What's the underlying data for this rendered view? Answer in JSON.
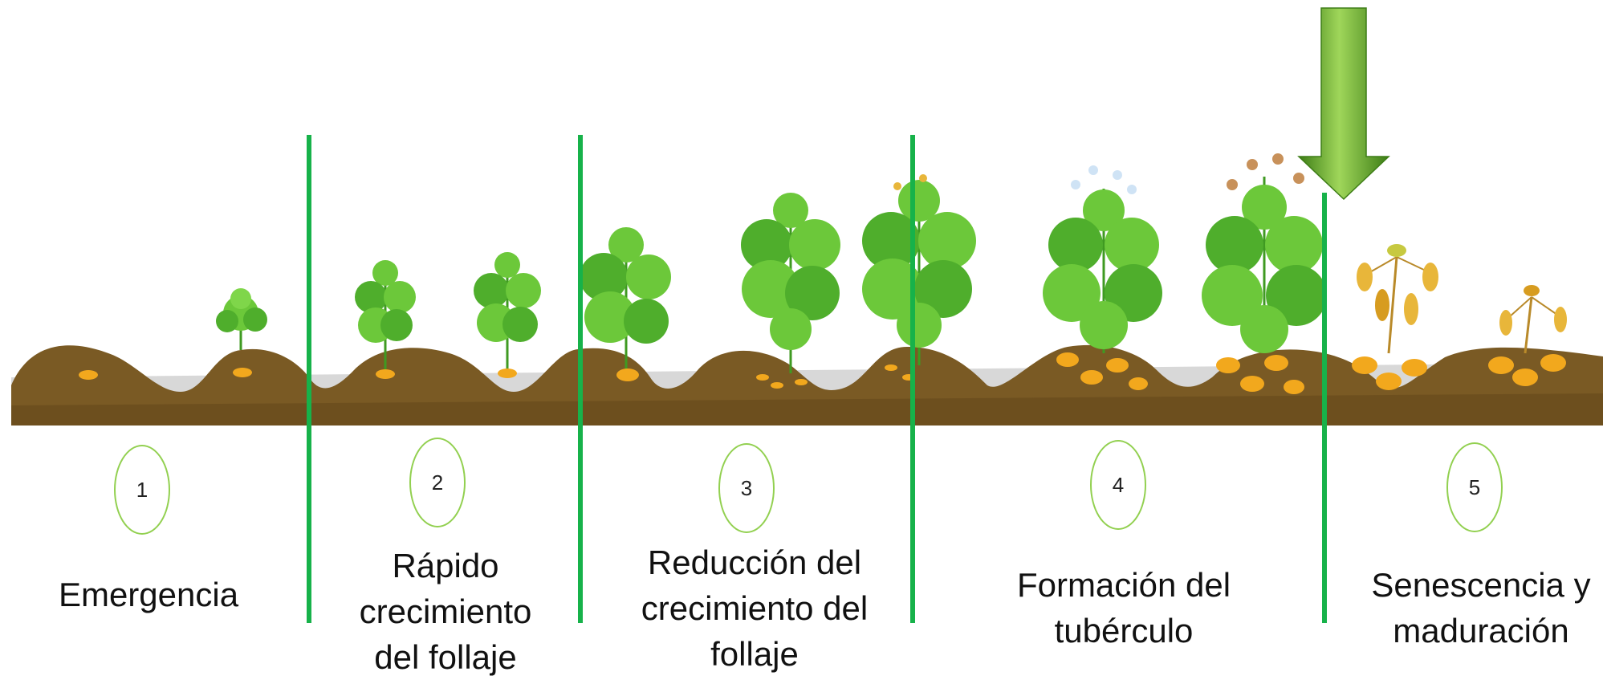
{
  "diagram": {
    "colors": {
      "soil": "#7a5a24",
      "soil_dark": "#5e4318",
      "ground": "#d4d4d4",
      "divider": "#17b24a",
      "circle": "#92d050",
      "foliage": "#6cc83a",
      "foliage_dark": "#3f9a22",
      "tuber": "#f2a81d",
      "senescent": "#e8b63a",
      "arrow": "#6bb12e"
    },
    "stages": [
      {
        "number": "1",
        "label": "Emergencia"
      },
      {
        "number": "2",
        "label": "Rápido\ncrecimiento\ndel follaje"
      },
      {
        "number": "3",
        "label": "Reducción del\ncrecimiento del\nfollaje"
      },
      {
        "number": "4",
        "label": "Formación del\ntubérculo"
      },
      {
        "number": "5",
        "label": "Senescencia y\nmaduración"
      }
    ],
    "icons": [
      "potato-plant-icon",
      "tuber-icon",
      "down-arrow-icon"
    ]
  }
}
